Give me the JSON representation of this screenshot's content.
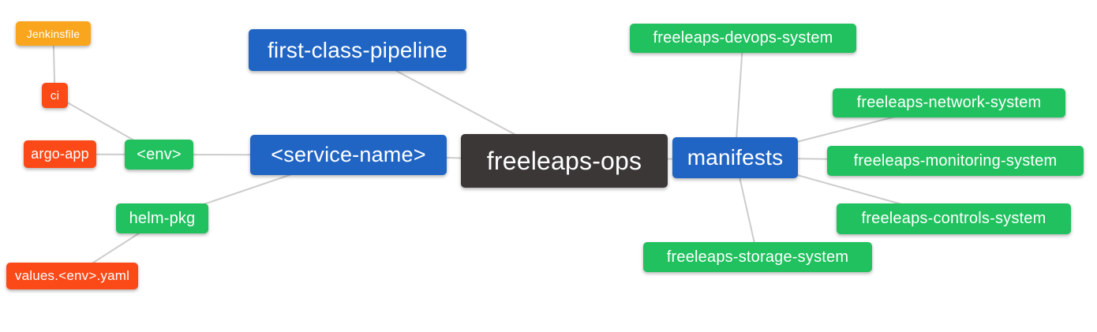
{
  "diagram": {
    "type": "mindmap",
    "background": "#ffffff",
    "edge_color": "#cccccc",
    "palette": {
      "root_dark": "#3b3737",
      "branch_blue": "#2065c4",
      "leaf_green": "#20c15e",
      "accent_orange": "#f9a51d",
      "accent_red": "#fb4a18",
      "text": "#ffffff"
    },
    "nodes": {
      "freeleaps_ops": {
        "label": "freeleaps-ops",
        "bg": "#3b3737"
      },
      "first_class_pipeline": {
        "label": "first-class-pipeline",
        "bg": "#2065c4"
      },
      "service_name": {
        "label": "<service-name>",
        "bg": "#2065c4"
      },
      "manifests": {
        "label": "manifests",
        "bg": "#2065c4"
      },
      "env": {
        "label": "<env>",
        "bg": "#20c15e"
      },
      "helm_pkg": {
        "label": "helm-pkg",
        "bg": "#20c15e"
      },
      "jenkinsfile": {
        "label": "Jenkinsfile",
        "bg": "#f9a51d"
      },
      "ci": {
        "label": "ci",
        "bg": "#fb4a18"
      },
      "argo_app": {
        "label": "argo-app",
        "bg": "#fb4a18"
      },
      "values_env_yaml": {
        "label": "values.<env>.yaml",
        "bg": "#fb4a18"
      },
      "devops_system": {
        "label": "freeleaps-devops-system",
        "bg": "#20c15e"
      },
      "network_system": {
        "label": "freeleaps-network-system",
        "bg": "#20c15e"
      },
      "monitoring_system": {
        "label": "freeleaps-monitoring-system",
        "bg": "#20c15e"
      },
      "controls_system": {
        "label": "freeleaps-controls-system",
        "bg": "#20c15e"
      },
      "storage_system": {
        "label": "freeleaps-storage-system",
        "bg": "#20c15e"
      }
    },
    "edges": [
      {
        "from": "jenkinsfile",
        "to": "ci"
      },
      {
        "from": "ci",
        "to": "env"
      },
      {
        "from": "argo_app",
        "to": "env"
      },
      {
        "from": "env",
        "to": "service_name"
      },
      {
        "from": "service_name",
        "to": "helm_pkg"
      },
      {
        "from": "helm_pkg",
        "to": "values_env_yaml"
      },
      {
        "from": "first_class_pipeline",
        "to": "freeleaps_ops"
      },
      {
        "from": "service_name",
        "to": "freeleaps_ops"
      },
      {
        "from": "freeleaps_ops",
        "to": "manifests"
      },
      {
        "from": "manifests",
        "to": "devops_system"
      },
      {
        "from": "manifests",
        "to": "network_system"
      },
      {
        "from": "manifests",
        "to": "monitoring_system"
      },
      {
        "from": "manifests",
        "to": "controls_system"
      },
      {
        "from": "manifests",
        "to": "storage_system"
      }
    ]
  }
}
